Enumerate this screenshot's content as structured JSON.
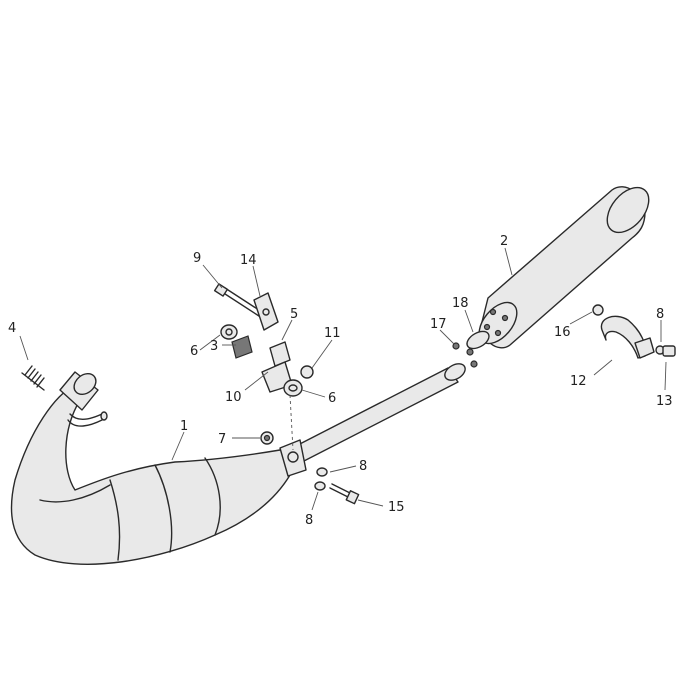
{
  "callouts": [
    {
      "id": "c1",
      "label": "1"
    },
    {
      "id": "c2",
      "label": "2"
    },
    {
      "id": "c3",
      "label": "3"
    },
    {
      "id": "c4",
      "label": "4"
    },
    {
      "id": "c5",
      "label": "5"
    },
    {
      "id": "c6a",
      "label": "6"
    },
    {
      "id": "c6b",
      "label": "6"
    },
    {
      "id": "c7",
      "label": "7"
    },
    {
      "id": "c8a",
      "label": "8"
    },
    {
      "id": "c8b",
      "label": "8"
    },
    {
      "id": "c8c",
      "label": "8"
    },
    {
      "id": "c9",
      "label": "9"
    },
    {
      "id": "c10",
      "label": "10"
    },
    {
      "id": "c11",
      "label": "11"
    },
    {
      "id": "c12",
      "label": "12"
    },
    {
      "id": "c13",
      "label": "13"
    },
    {
      "id": "c14",
      "label": "14"
    },
    {
      "id": "c15",
      "label": "15"
    },
    {
      "id": "c16",
      "label": "16"
    },
    {
      "id": "c17",
      "label": "17"
    },
    {
      "id": "c18",
      "label": "18"
    }
  ]
}
